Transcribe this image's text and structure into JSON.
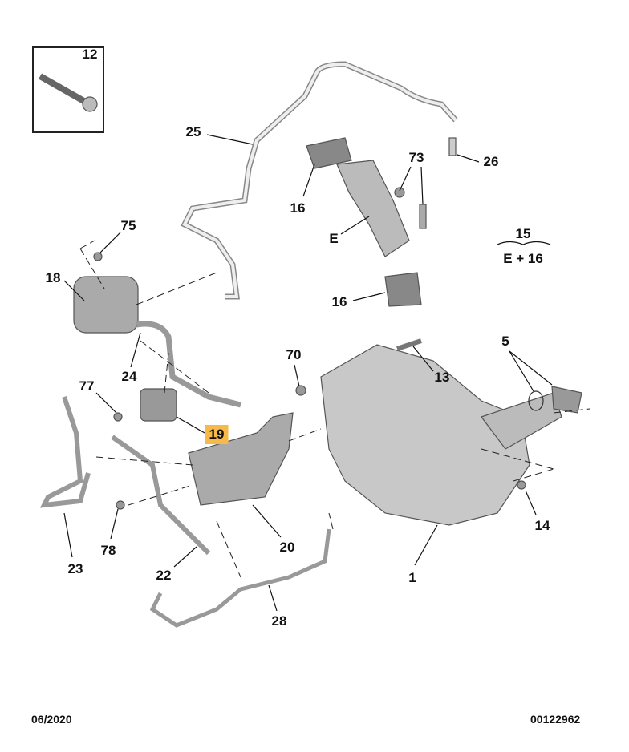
{
  "diagram": {
    "callouts": [
      "12",
      "25",
      "26",
      "73",
      "16",
      "E",
      "15",
      "E + 16",
      "75",
      "18",
      "16",
      "70",
      "5",
      "13",
      "24",
      "77",
      "19",
      "20",
      "78",
      "14",
      "23",
      "22",
      "1",
      "28"
    ],
    "highlighted_callout": "19",
    "highlight_color": "#f6b94a"
  },
  "footer": {
    "date": "06/2020",
    "reference": "00122962"
  }
}
